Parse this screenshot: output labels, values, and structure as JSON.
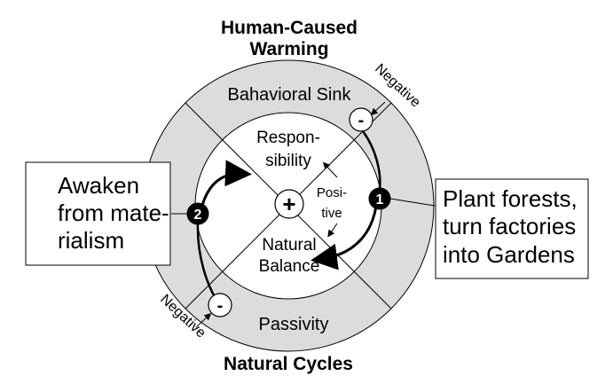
{
  "title_top": [
    "Human-Caused",
    "Warming"
  ],
  "title_bottom": "Natural Cycles",
  "ring": {
    "top": "Bahavioral Sink",
    "bottom": "Passivity"
  },
  "inner": {
    "top": [
      "Respon-",
      "sibility"
    ],
    "bottom": [
      "Natural",
      "Balance"
    ],
    "center_symbol": "+",
    "positive": [
      "Posi-",
      "tive"
    ]
  },
  "negative_labels": {
    "top_right": "Negative",
    "bottom_left": "Negative"
  },
  "minus_symbol": "-",
  "badges": {
    "right": "1",
    "left": "2"
  },
  "boxes": {
    "left": [
      "Awaken",
      "from mate-",
      "rialism"
    ],
    "right": [
      "Plant forests,",
      "turn factories",
      "into Gardens"
    ]
  },
  "colors": {
    "ring_fill": "#dcdcdc",
    "line": "#000000",
    "background": "#ffffff"
  }
}
